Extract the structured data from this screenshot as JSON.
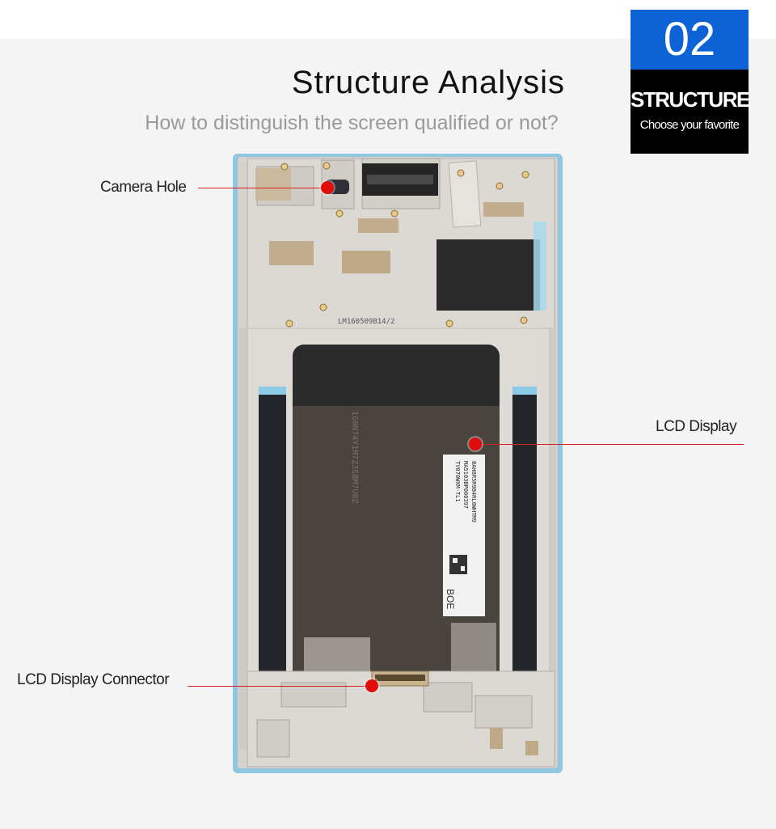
{
  "header": {
    "title": "Structure Analysis",
    "subtitle": "How to distinguish the screen qualified or not?"
  },
  "badge": {
    "number": "02",
    "word": "STRUCTURE",
    "caption": "Choose your favorite",
    "blue": "#0d63d6"
  },
  "device": {
    "frame_marking": "LM160509B14/2",
    "panel_brand": "BOE",
    "label_lines": [
      "TV070WXM-TL1",
      "MA5103BP000397",
      "BAH8R5R9B4RL0WHTM9"
    ],
    "panel_print": "1G0N74Y1M7Z3S8M7U0Z"
  },
  "callouts": {
    "camera_hole": "Camera Hole",
    "lcd_display": "LCD Display",
    "lcd_connector": "LCD Display Connector",
    "accent": "#e10c0c"
  }
}
